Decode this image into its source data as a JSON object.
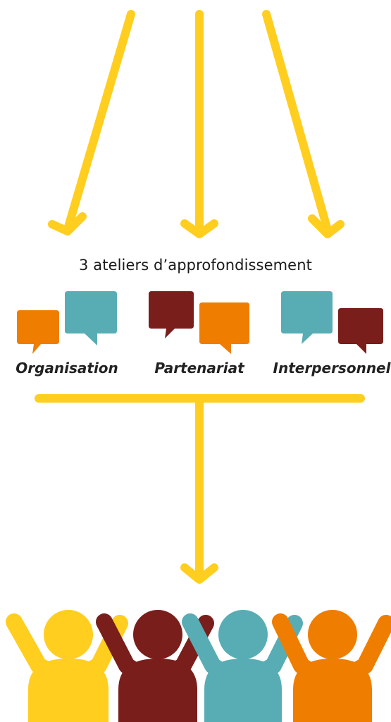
{
  "caption": "3 ateliers d’approfondissement",
  "workshops": [
    {
      "label": "Organisation"
    },
    {
      "label": "Partenariat"
    },
    {
      "label": "Interpersonnel"
    }
  ],
  "colors": {
    "arrow": "#FFCE1F",
    "orange": "#EF7D00",
    "teal": "#58ADB5",
    "maroon": "#7A1E1B",
    "yellow": "#FFCE1F"
  }
}
